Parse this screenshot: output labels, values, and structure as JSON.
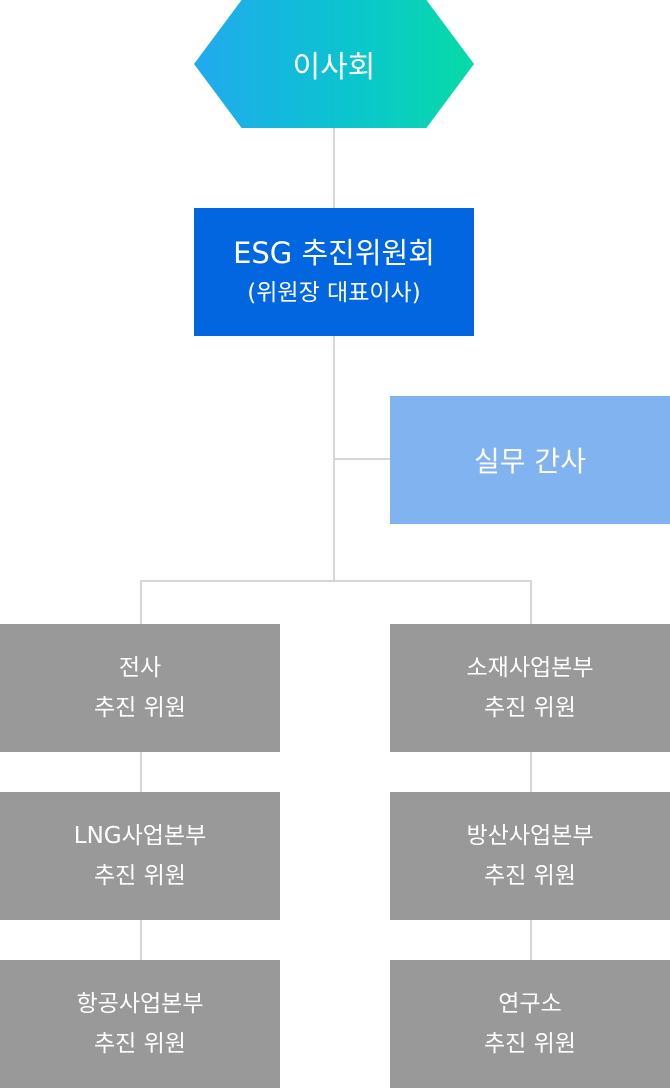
{
  "board": {
    "label": "이사회"
  },
  "committee": {
    "label": "ESG 추진위원회",
    "sublabel": "(위원장 대표이사)"
  },
  "secretary": {
    "label": "실무 간사"
  },
  "members": [
    {
      "line1": "전사",
      "line2": "추진 위원"
    },
    {
      "line1": "소재사업본부",
      "line2": "추진 위원"
    },
    {
      "line1": "LNG사업본부",
      "line2": "추진 위원"
    },
    {
      "line1": "방산사업본부",
      "line2": "추진 위원"
    },
    {
      "line1": "항공사업본부",
      "line2": "추진 위원"
    },
    {
      "line1": "연구소",
      "line2": "추진 위원"
    }
  ],
  "colors": {
    "board_gradient_start": "#20aaee",
    "board_gradient_end": "#06dca6",
    "committee": "#0166e0",
    "secretary": "#80b3ef",
    "member": "#999999",
    "connector": "#d6d6d6"
  }
}
